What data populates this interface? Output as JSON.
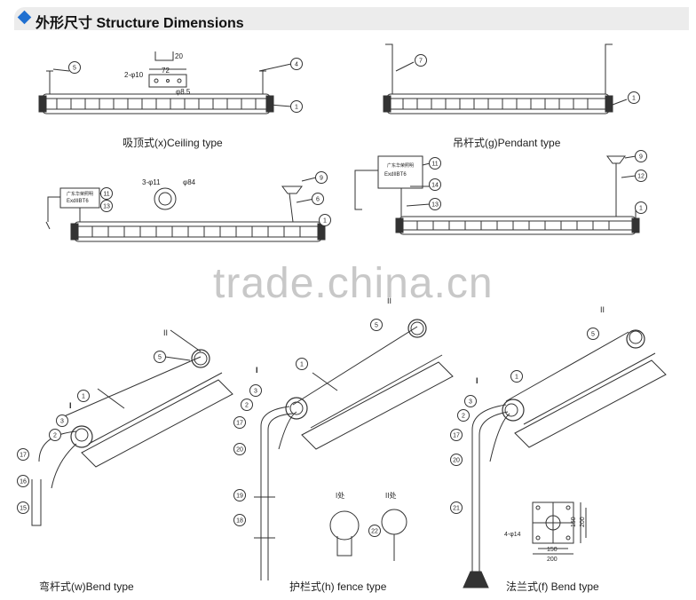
{
  "header": {
    "title": "外形尺寸 Structure Dimensions",
    "accent_color": "#1f6fd0",
    "icon": "diamond-bullet"
  },
  "watermark": "trade.china.cn",
  "captions": {
    "ceiling": "吸顶式(x)Ceiling type",
    "pendant": "吊杆式(g)Pendant type",
    "bend": "弯杆式(w)Bend type",
    "fence": "护栏式(h) fence type",
    "flange": "法兰式(f) Bend type"
  },
  "ceiling_detail": {
    "holes": "2-φ10",
    "spacing": "72",
    "slot": "φ8.5",
    "size": "20"
  },
  "mount_detail": {
    "holes": "3-φ11",
    "diameter": "φ84"
  },
  "junction_box": {
    "label_line1": "广东华荣照明",
    "label_line2": "ExdIIBT6"
  },
  "detail_views": {
    "view_one": "I处",
    "view_two": "II处"
  },
  "flange_detail": {
    "holes": "4-φ14",
    "inner_w": "150",
    "outer_w": "200",
    "inner_h": "150",
    "outer_h": "200"
  },
  "markers": {
    "I": "I",
    "II": "II"
  },
  "callouts": {
    "c1": "1",
    "c2": "2",
    "c3": "3",
    "c4": "4",
    "c5": "5",
    "c6": "6",
    "c7": "7",
    "c9": "9",
    "c11": "11",
    "c12": "12",
    "c13": "13",
    "c14": "14",
    "c15": "15",
    "c16": "16",
    "c17": "17",
    "c18": "18",
    "c19": "19",
    "c20": "20",
    "c21": "21",
    "c22": "22"
  }
}
